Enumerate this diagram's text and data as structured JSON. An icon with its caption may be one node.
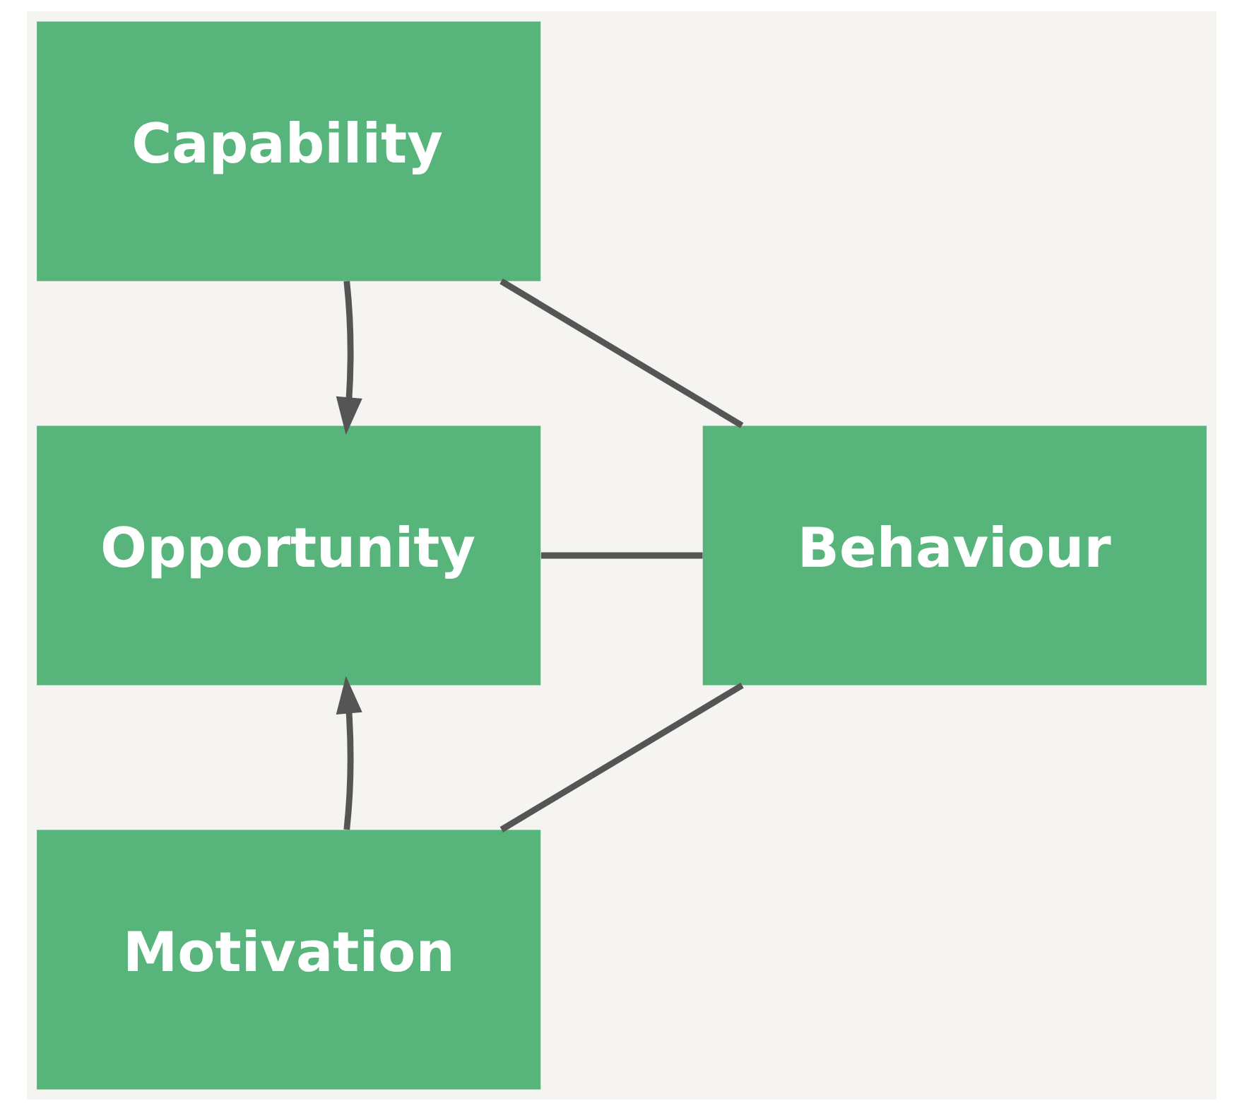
{
  "diagram": {
    "nodes": [
      {
        "text": [
          "Capability"
        ]
      },
      {
        "text": [
          "Opportunity"
        ]
      },
      {
        "text": [
          "Motivation"
        ]
      },
      {
        "text": [
          "Behaviour"
        ]
      }
    ],
    "edges": [
      {
        "from": 0,
        "to": 1,
        "arrow": "to"
      },
      {
        "from": 2,
        "to": 1,
        "arrow": "to"
      },
      {
        "from": 0,
        "to": 3,
        "arrow": "none"
      },
      {
        "from": 1,
        "to": 3,
        "arrow": "none"
      },
      {
        "from": 2,
        "to": 3,
        "arrow": "none"
      }
    ]
  }
}
